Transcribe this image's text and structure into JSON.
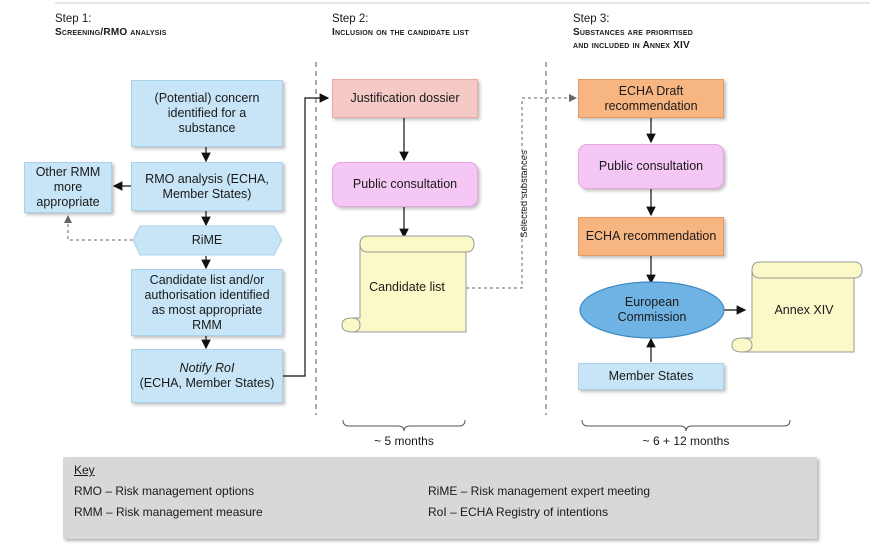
{
  "steps": [
    {
      "heading": "Step 1:",
      "subtitle": "Screening/RMO analysis"
    },
    {
      "heading": "Step 2:",
      "subtitle": "Inclusion on the candidate list"
    },
    {
      "heading": "Step 3:",
      "subtitle_line1": "Substances are prioritised",
      "subtitle_line2": "and included in Annex XIV"
    }
  ],
  "step1": {
    "concern": "(Potential) concern identified for a substance",
    "rmo_analysis": "RMO analysis (ECHA, Member States)",
    "other_rmm": "Other RMM more appropriate",
    "rime": "RiME",
    "candidate_authorisation": "Candidate list and/or authorisation identified as most appropriate RMM",
    "notify_rol_italic": "Notify RoI",
    "notify_rol_rest": "(ECHA, Member States)"
  },
  "step2": {
    "justification": "Justification dossier",
    "public_consultation": "Public consultation",
    "candidate_list": "Candidate list",
    "selected_substances": "Selected substances",
    "duration": "~ 5 months"
  },
  "step3": {
    "draft_recommendation": "ECHA Draft recommendation",
    "public_consultation": "Public consultation",
    "recommendation": "ECHA recommendation",
    "commission": "European Commission",
    "member_states": "Member States",
    "annex": "Annex XIV",
    "duration": "~ 6 + 12 months"
  },
  "key": {
    "title": "Key",
    "rmo": "RMO – Risk management options",
    "rmm": "RMM – Risk management measure",
    "rime": "RiME – Risk management expert  meeting",
    "roi": "RoI – ECHA Registry of intentions"
  }
}
